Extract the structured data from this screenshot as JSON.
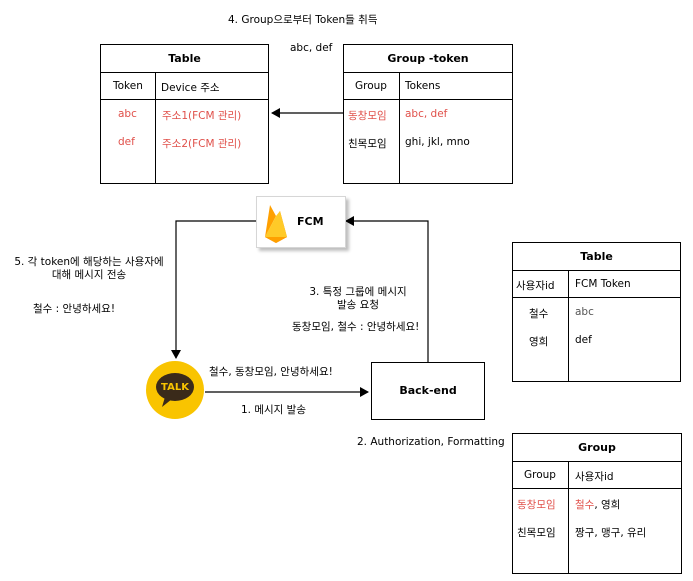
{
  "step4": "4. Group으로부터 Token들 취득",
  "step4_tokens": "abc, def",
  "step5": [
    "5. 각 token에 해당하는 사용자에",
    "대해 메시지 전송"
  ],
  "step5_message": "철수 : 안녕하세요!",
  "step3": [
    "3. 특정 그룹에 메시지",
    "발송 요청"
  ],
  "step3_message": "동창모임, 철수 : 안녕하세요!",
  "talk_message": "철수, 동창모임, 안녕하세요!",
  "step1": "1. 메시지 발송",
  "step2": "2. Authorization, Formatting",
  "fcm_label": "FCM",
  "talk_label": "TALK",
  "backend_label": "Back-end",
  "token_table": {
    "title": "Table",
    "headers": [
      "Token",
      "Device 주소"
    ],
    "rows": [
      {
        "token": "abc",
        "device": "주소1(FCM 관리)"
      },
      {
        "token": "def",
        "device": "주소2(FCM 관리)"
      }
    ]
  },
  "group_token_table": {
    "title": "Group -token",
    "headers": [
      "Group",
      "Tokens"
    ],
    "rows": [
      {
        "group": "동창모임",
        "tokens": "abc, def"
      },
      {
        "group": "친목모임",
        "tokens": "ghi, jkl, mno"
      }
    ]
  },
  "user_table": {
    "title": "Table",
    "headers": [
      "사용자id",
      "FCM Token"
    ],
    "rows": [
      {
        "user": "철수",
        "token": "abc"
      },
      {
        "user": "영희",
        "token": "def"
      }
    ]
  },
  "group_table": {
    "title": "Group",
    "headers": [
      "Group",
      "사용자id"
    ],
    "rows": [
      {
        "group": "동창모임",
        "user_first": "철수",
        "user_rest": ", 영희"
      },
      {
        "group": "친목모임",
        "user_first": "짱구, 맹구, 유리",
        "user_rest": ""
      }
    ]
  },
  "colors": {
    "highlight": "#e0504a",
    "muted": "#555555",
    "talk_yellow": "#f9c400",
    "talk_bubble": "#3a2a1a",
    "fcm_orange": "#f58b0a"
  }
}
